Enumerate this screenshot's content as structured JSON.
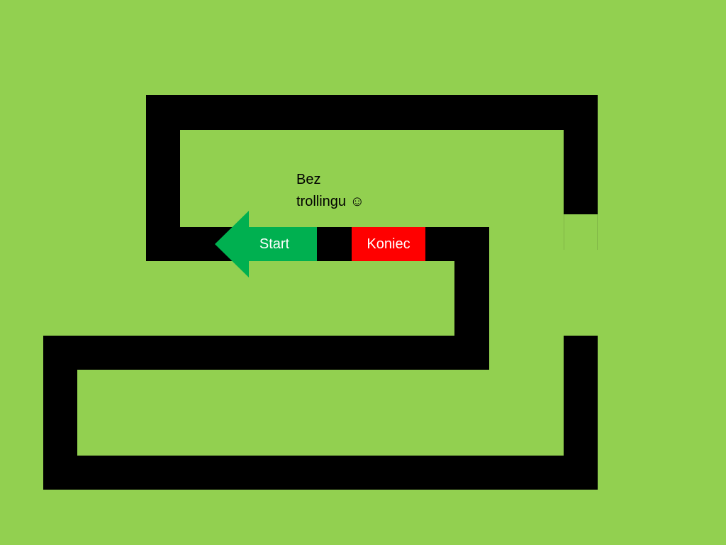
{
  "colors": {
    "background": "#92d050",
    "wall": "#000000",
    "start": "#00b050",
    "end": "#ff0000",
    "label_text": "#ffffff"
  },
  "start": {
    "label": "Start",
    "icon": "arrow-left-icon"
  },
  "end": {
    "label": "Koniec"
  },
  "note": {
    "line1": "Bez",
    "line2": "trollingu ☺"
  }
}
